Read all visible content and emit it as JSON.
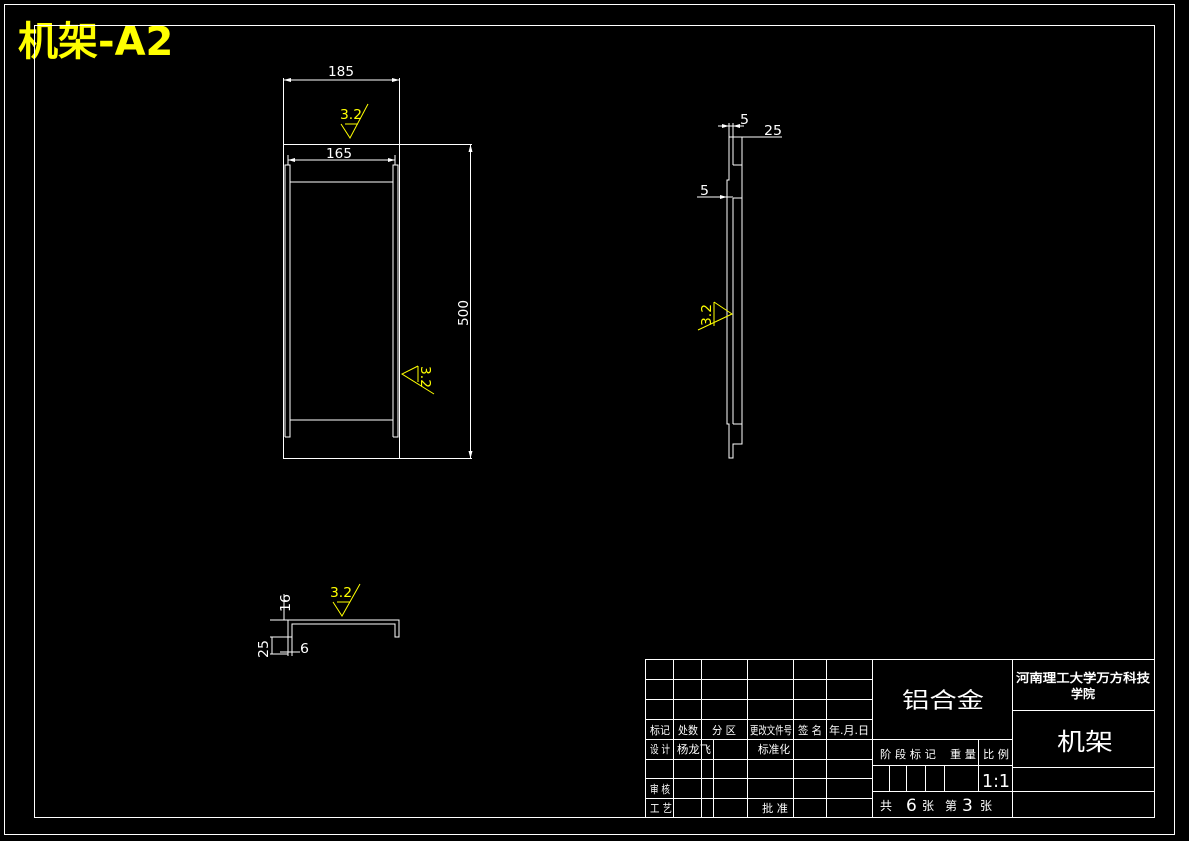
{
  "drawing": {
    "title": "机架-A2",
    "front_view": {
      "width_outer": "185",
      "width_inner": "165",
      "height": "500",
      "roughness_top": "3.2",
      "roughness_side": "3.2"
    },
    "side_view": {
      "dim_top_small": "5",
      "dim_top_large": "25",
      "dim_mid": "5",
      "roughness": "3.2"
    },
    "section_view": {
      "dim_height_top": "16",
      "dim_height_bottom": "25",
      "dim_thickness": "6",
      "roughness": "3.2"
    }
  },
  "title_block": {
    "material": "铝合金",
    "institution": "河南理工大学万方科技学院",
    "part_name": "机架",
    "scale": "1:1",
    "headers": [
      "标记",
      "处数",
      "分 区",
      "更改文件号",
      "签 名",
      "年.月.日"
    ],
    "row_design": [
      "设 计",
      "杨龙飞",
      "",
      "标准化"
    ],
    "row_review": [
      "审 核"
    ],
    "row_process": [
      "工 艺",
      "",
      "",
      "批 准"
    ],
    "stage_labels": [
      "阶 段 标 记",
      "重 量",
      "比 例"
    ],
    "sheets": {
      "total_prefix": "共",
      "total": "6",
      "total_suffix": "张",
      "current_prefix": "第",
      "current": "3",
      "current_suffix": "张"
    }
  }
}
